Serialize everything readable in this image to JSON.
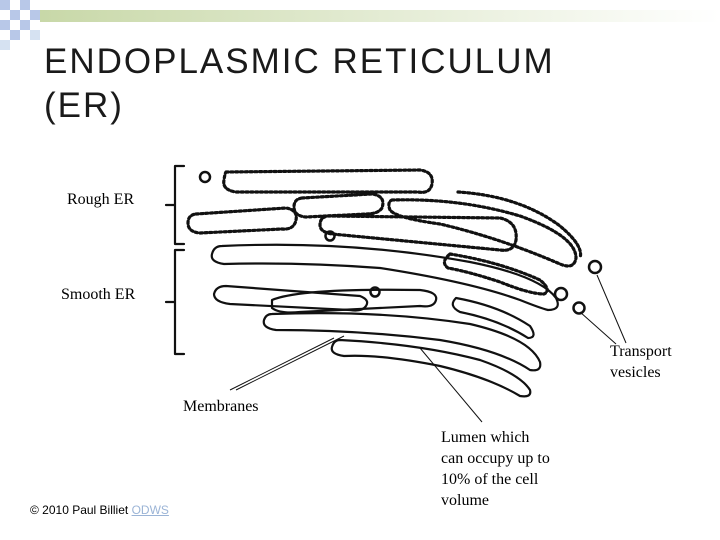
{
  "title": {
    "line1": "ENDOPLASMIC RETICULUM",
    "line2": "(ER)"
  },
  "labels": {
    "rough_er": "Rough ER",
    "smooth_er": "Smooth ER",
    "transport_line1": "Transport",
    "transport_line2": "vesicles",
    "membranes": "Membranes",
    "lumen_line1": "Lumen which",
    "lumen_line2": "can occupy up to",
    "lumen_line3": "10% of the cell",
    "lumen_line4": "volume"
  },
  "credit": {
    "text": "© 2010 Paul Billiet ",
    "link": "ODWS"
  },
  "colors": {
    "accent_bar": "#c8d8a8",
    "squares": "#b8c8e8",
    "ink": "#111111"
  }
}
